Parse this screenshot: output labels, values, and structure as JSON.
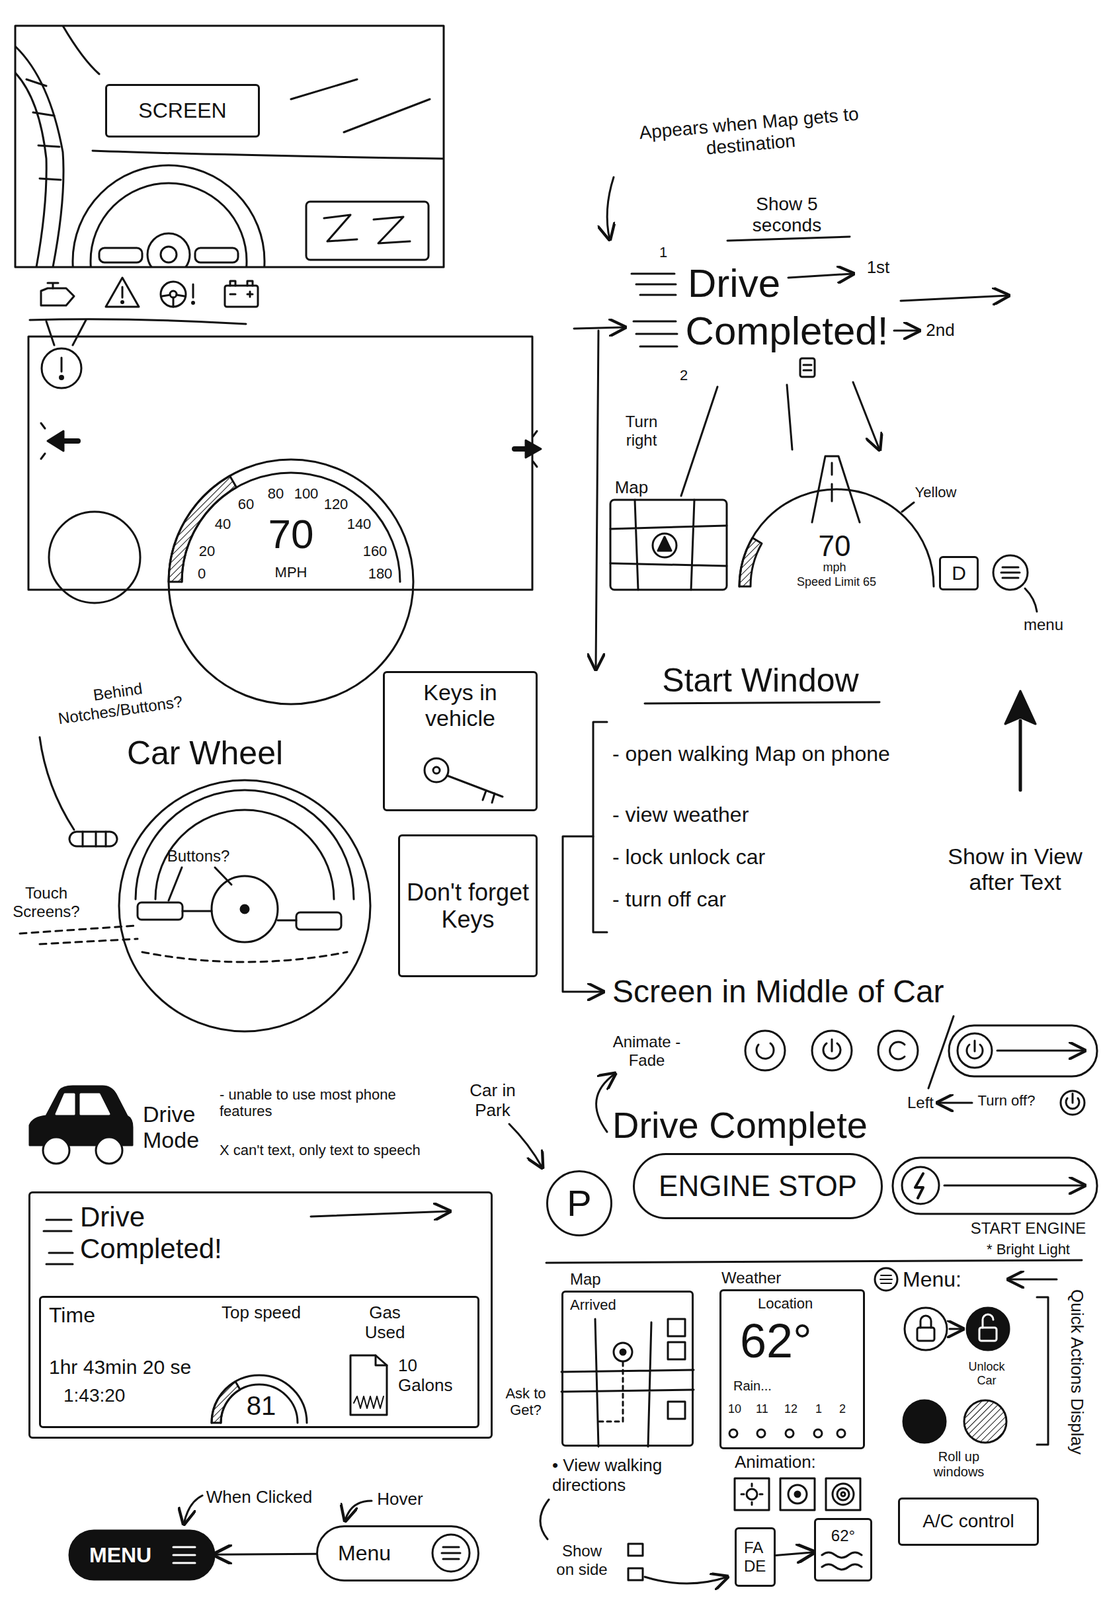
{
  "diagram": {
    "nodes": [
      {
        "text": [
          "SCREEN"
        ]
      },
      {
        "text": [
          "D"
        ]
      },
      {
        "text": [
          "Keys in vehicle"
        ]
      },
      {
        "text": [
          "Don't forget Keys"
        ]
      },
      {
        "text": [
          "P"
        ]
      },
      {
        "text": [
          "ENGINE STOP"
        ]
      },
      {
        "text": [
          "Drive Completed!"
        ]
      },
      {
        "text": [
          "Time",
          "1hr 43min 20 se",
          "1:43:20",
          "Top speed",
          "81",
          "Gas Used",
          "10 Galons"
        ],
        "in": 6
      },
      {
        "text": [
          "Map",
          "Arrived"
        ]
      },
      {
        "text": [
          "Weather",
          "Location",
          "62°",
          "Rain...",
          "10",
          "11",
          "12",
          "1",
          "2"
        ]
      },
      {
        "text": [
          "A/C control"
        ]
      },
      {
        "text": [
          "FADE"
        ]
      },
      {
        "text": [
          "62°"
        ]
      },
      {
        "text": [
          "Menu"
        ]
      },
      {
        "text": [
          "MENU"
        ]
      }
    ],
    "edges": [
      {
        "from": 13,
        "to": 14,
        "arrow": "to"
      },
      {
        "from": 11,
        "to": 12,
        "arrow": "to"
      }
    ],
    "labels": [
      "0",
      "20",
      "40",
      "60",
      "80",
      "100",
      "120",
      "140",
      "160",
      "180",
      "70",
      "MPH",
      "Appears when Map gets to destination",
      "Show 5 seconds",
      "1",
      "Drive",
      "1st",
      "Completed!",
      "2nd",
      "2",
      "Turn right",
      "Map",
      "70",
      "mph",
      "Speed Limit 65",
      "Yellow",
      "menu",
      "Behind Notches/Buttons?",
      "Car Wheel",
      "Buttons?",
      "Touch Screens?",
      "Start Window",
      "- open walking Map on phone",
      "- view weather",
      "- lock unlock car",
      "- turn off car",
      "Show in View after Text",
      "Screen in Middle of Car",
      "Animate - Fade",
      "Left",
      "Turn off?",
      "Drive Complete",
      "Car in Park",
      "START ENGINE",
      "* Bright Light",
      "Ask to Get?",
      "• View walking directions",
      "Show on side",
      "Animation:",
      "Menu:",
      "Quick Actions Display",
      "Unlock Car",
      "Roll up windows",
      "Drive Mode",
      "- unable to use most phone features",
      "X can't text, only text to speech",
      "When Clicked",
      "Hover"
    ]
  }
}
